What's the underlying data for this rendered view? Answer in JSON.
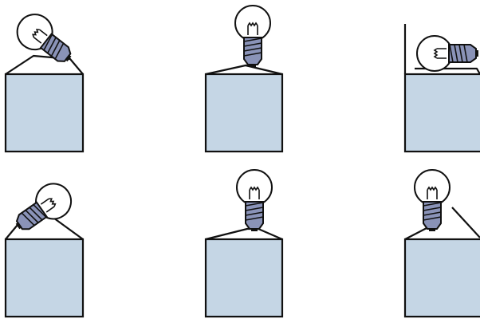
{
  "colors": {
    "battery": "#c5d6e5",
    "glass": "#ffffff",
    "base": "#8a93b8",
    "outline": "#111111"
  },
  "panels": [
    {
      "id": "a",
      "bulb_orientation": "tilted-left",
      "wiring": "both-wires-to-base"
    },
    {
      "id": "b",
      "bulb_orientation": "upright",
      "wiring": "both-wires-to-base"
    },
    {
      "id": "c",
      "bulb_orientation": "horizontal",
      "wiring": "tip-on-terminal-wire-up"
    },
    {
      "id": "d",
      "bulb_orientation": "tilted-right",
      "wiring": "both-wires-to-base"
    },
    {
      "id": "e",
      "bulb_orientation": "upright",
      "wiring": "both-wires-to-base"
    },
    {
      "id": "f",
      "bulb_orientation": "upright",
      "wiring": "one-wire-to-base-one-loose"
    }
  ]
}
